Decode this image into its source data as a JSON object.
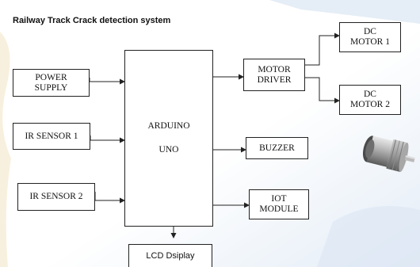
{
  "title": "Railway Track Crack detection system",
  "blocks": {
    "power_supply": [
      "POWER",
      "SUPPLY"
    ],
    "ir_sensor_1": [
      "IR SENSOR 1"
    ],
    "ir_sensor_2": [
      "IR SENSOR 2"
    ],
    "arduino": [
      "ARDUINO",
      "UNO"
    ],
    "motor_driver": [
      "MOTOR",
      "DRIVER"
    ],
    "dc_motor_1": [
      "DC",
      "MOTOR 1"
    ],
    "dc_motor_2": [
      "DC",
      "MOTOR 2"
    ],
    "buzzer": [
      "BUZZER"
    ],
    "iot_module": [
      "IOT",
      "MODULE"
    ],
    "lcd_display": [
      "LCD Dsiplay"
    ]
  },
  "colors": {
    "line": "#222222",
    "background_tint": "#dbe6f3",
    "background_warm": "#f3e3b8"
  },
  "photo": "dc-gear-motor-image"
}
